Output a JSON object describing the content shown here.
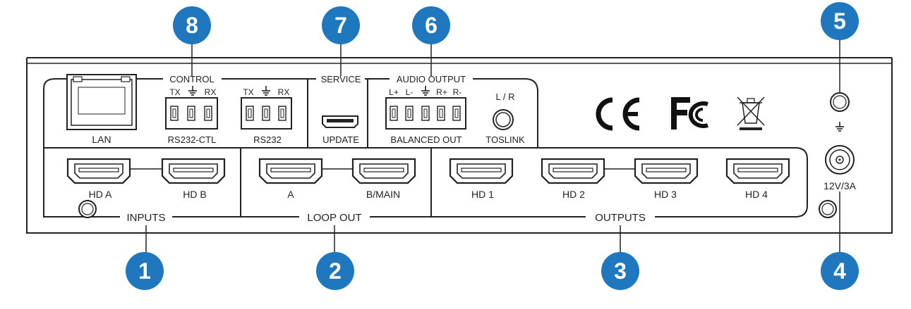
{
  "callouts": {
    "c1": "1",
    "c2": "2",
    "c3": "3",
    "c4": "4",
    "c5": "5",
    "c6": "6",
    "c7": "7",
    "c8": "8"
  },
  "sections": {
    "control": "CONTROL",
    "service": "SERVICE",
    "audio_output": "AUDIO OUTPUT",
    "inputs": "INPUTS",
    "loop_out": "LOOP OUT",
    "outputs": "OUTPUTS"
  },
  "ports": {
    "lan": "LAN",
    "rs232_ctl": "RS232-CTL",
    "rs232": "RS232",
    "update": "UPDATE",
    "balanced_out": "BALANCED OUT",
    "toslink": "TOSLINK",
    "toslink_lr": "L / R",
    "hd_a": "HD A",
    "hd_b": "HD B",
    "loop_a": "A",
    "loop_b_main": "B/MAIN",
    "hd1": "HD 1",
    "hd2": "HD 2",
    "hd3": "HD 3",
    "hd4": "HD 4",
    "power": "12V/3A"
  },
  "pin_labels": {
    "tx": "TX",
    "rx": "RX",
    "l_plus": "L+",
    "l_minus": "L-",
    "r_plus": "R+",
    "r_minus": "R-"
  },
  "logos": {
    "ce": "CE",
    "fc": "FC"
  },
  "colors": {
    "callout_fill": "#1f77bd",
    "line": "#222222"
  }
}
